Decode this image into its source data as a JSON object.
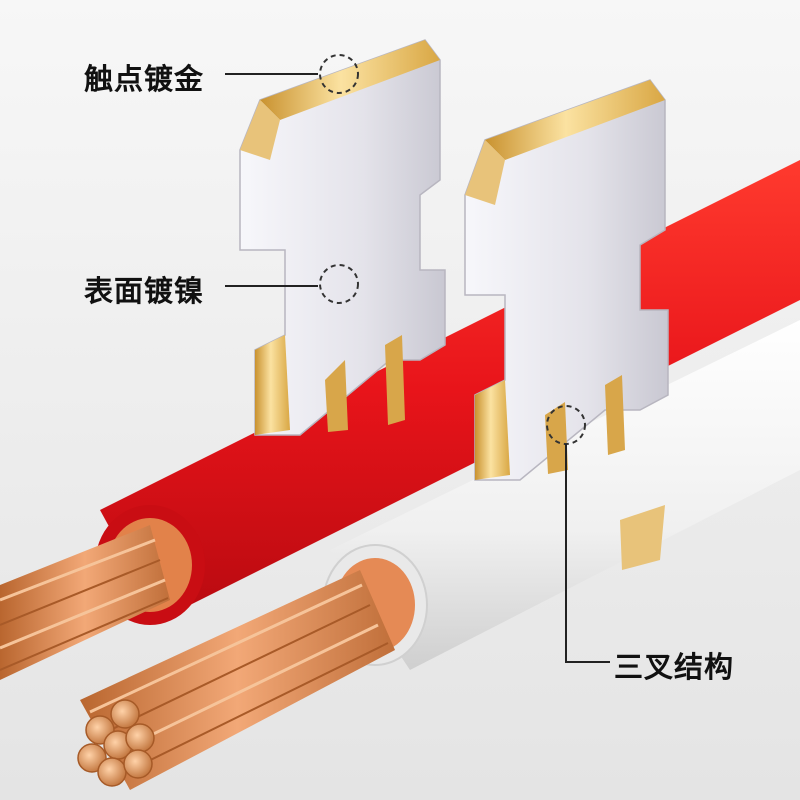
{
  "callouts": {
    "contact_gold": "触点镀金",
    "surface_nickel": "表面镀镍",
    "tri_fork": "三叉结构"
  },
  "colors": {
    "red_wire": "#e8141a",
    "white_wire": "#f4f4f4",
    "copper": "#d98a55",
    "gold": "#e2b85c",
    "nickel": "#e6e6ee",
    "background": "#f2f2f2"
  }
}
